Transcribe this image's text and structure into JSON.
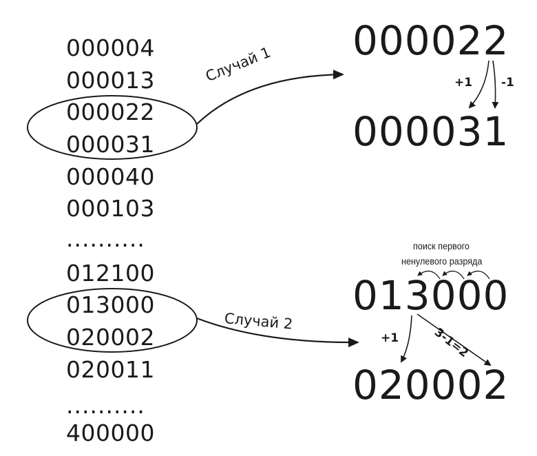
{
  "left_list": {
    "group1": [
      "000004",
      "000013",
      "000022",
      "000031",
      "000040",
      "000103"
    ],
    "dots1": "..........",
    "group2": [
      "012100",
      "013000",
      "020002",
      "020011"
    ],
    "dots2": "..........",
    "last": "400000"
  },
  "case1": {
    "label": "Случай 1",
    "from": "000022",
    "to": "000031",
    "plus_label": "+1",
    "minus_label": "-1"
  },
  "case2": {
    "label": "Случай 2",
    "from": "013000",
    "to": "020002",
    "plus_label": "+1",
    "calc_label": "3-1=2",
    "note_line1": "поиск первого",
    "note_line2": "ненулевого разряда"
  },
  "colors": {
    "ink": "#1a1a1a",
    "background": "#ffffff"
  }
}
